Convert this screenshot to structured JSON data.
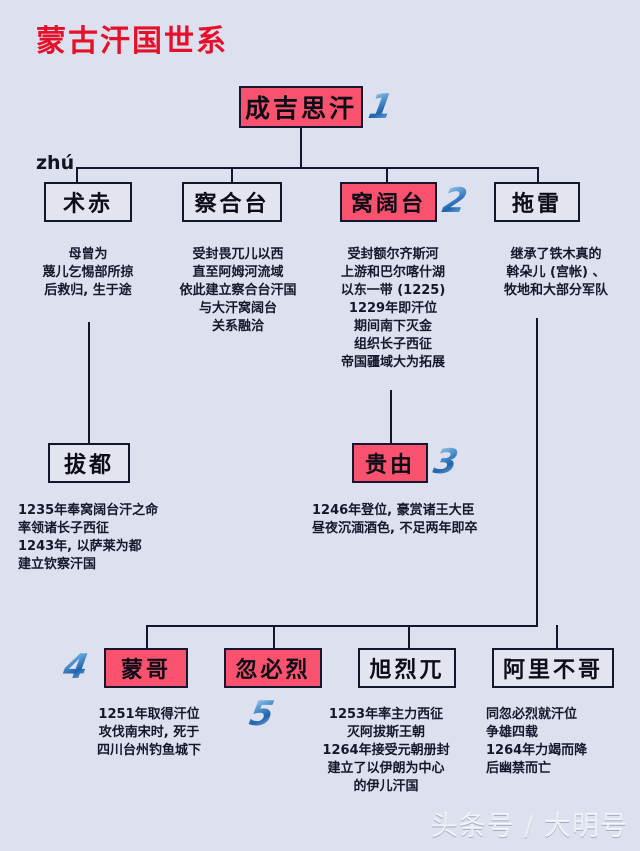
{
  "title": "蒙古汗国世系",
  "watermark": "头条号 / 大明号",
  "annotations": {
    "zhu_pinyin": "zhú"
  },
  "colors": {
    "background": "#dde0ee",
    "title_red": "#e5112a",
    "highlight_pink": "#f8526e",
    "box_fill": "#e2e4f0",
    "line": "#13162e",
    "badge_blue": "#1e63ad"
  },
  "nodes": {
    "genghis": {
      "label": "成吉思汗",
      "badge": "1",
      "highlighted": true
    },
    "zhuchi": {
      "label": "术赤",
      "badge": "",
      "highlighted": false
    },
    "chahetai": {
      "label": "察合台",
      "badge": "",
      "highlighted": false
    },
    "wokuotai": {
      "label": "窝阔台",
      "badge": "2",
      "highlighted": true
    },
    "tuolei": {
      "label": "拖雷",
      "badge": "",
      "highlighted": false
    },
    "badu": {
      "label": "拔都",
      "badge": "",
      "highlighted": false
    },
    "guiyou": {
      "label": "贵由",
      "badge": "3",
      "highlighted": true
    },
    "mengge": {
      "label": "蒙哥",
      "badge": "4",
      "highlighted": true
    },
    "hubilie": {
      "label": "忽必烈",
      "badge": "5",
      "highlighted": true
    },
    "xuliewu": {
      "label": "旭烈兀",
      "badge": "",
      "highlighted": false
    },
    "alibuge": {
      "label": "阿里不哥",
      "badge": "",
      "highlighted": false
    }
  },
  "descriptions": {
    "zhuchi": "母曾为\n蔑儿乞惕部所掠\n后救归, 生于途",
    "chahetai": "受封畏兀儿以西\n直至阿姆河流域\n依此建立察合台汗国\n与大汗窝阔台\n关系融洽",
    "wokuotai": "受封额尔齐斯河\n上游和巴尔喀什湖\n以东一带 (1225)\n1229年即汗位\n期间南下灭金\n组织长子西征\n帝国疆域大为拓展",
    "tuolei": "继承了铁木真的\n斡朵儿 (宫帐) 、\n牧地和大部分军队",
    "badu": "1235年奉窝阔台汗之命\n率领诸长子西征\n1243年, 以萨莱为都\n建立钦察汗国",
    "guiyou": "1246年登位, 豪赏诸王大臣\n昼夜沉湎酒色, 不足两年即卒",
    "mengge": "1251年取得汗位\n攻伐南宋时, 死于\n四川台州钓鱼城下",
    "xuliewu": "1253年率主力西征\n灭阿拔斯王朝\n1264年接受元朝册封\n建立了以伊朗为中心\n的伊儿汗国",
    "alibuge": "同忽必烈就汗位\n争雄四载\n1264年力竭而降\n后幽禁而亡"
  },
  "chart_data": {
    "type": "diagram",
    "diagram_kind": "genealogy-tree",
    "title": "蒙古汗国世系",
    "generations": [
      {
        "level": 1,
        "members": [
          "成吉思汗"
        ]
      },
      {
        "level": 2,
        "members": [
          "术赤",
          "察合台",
          "窝阔台",
          "拖雷"
        ]
      },
      {
        "level": 3,
        "members": [
          "拔都",
          "贵由"
        ]
      },
      {
        "level": 4,
        "members": [
          "蒙哥",
          "忽必烈",
          "旭烈兀",
          "阿里不哥"
        ]
      }
    ],
    "edges": [
      {
        "from": "成吉思汗",
        "to": "术赤"
      },
      {
        "from": "成吉思汗",
        "to": "察合台"
      },
      {
        "from": "成吉思汗",
        "to": "窝阔台"
      },
      {
        "from": "成吉思汗",
        "to": "拖雷"
      },
      {
        "from": "术赤",
        "to": "拔都"
      },
      {
        "from": "窝阔台",
        "to": "贵由"
      },
      {
        "from": "拖雷",
        "to": "蒙哥"
      },
      {
        "from": "拖雷",
        "to": "忽必烈"
      },
      {
        "from": "拖雷",
        "to": "旭烈兀"
      },
      {
        "from": "拖雷",
        "to": "阿里不哥"
      }
    ],
    "succession_order": [
      {
        "order": "1",
        "khan": "成吉思汗"
      },
      {
        "order": "2",
        "khan": "窝阔台"
      },
      {
        "order": "3",
        "khan": "贵由"
      },
      {
        "order": "4",
        "khan": "蒙哥"
      },
      {
        "order": "5",
        "khan": "忽必烈"
      }
    ]
  }
}
